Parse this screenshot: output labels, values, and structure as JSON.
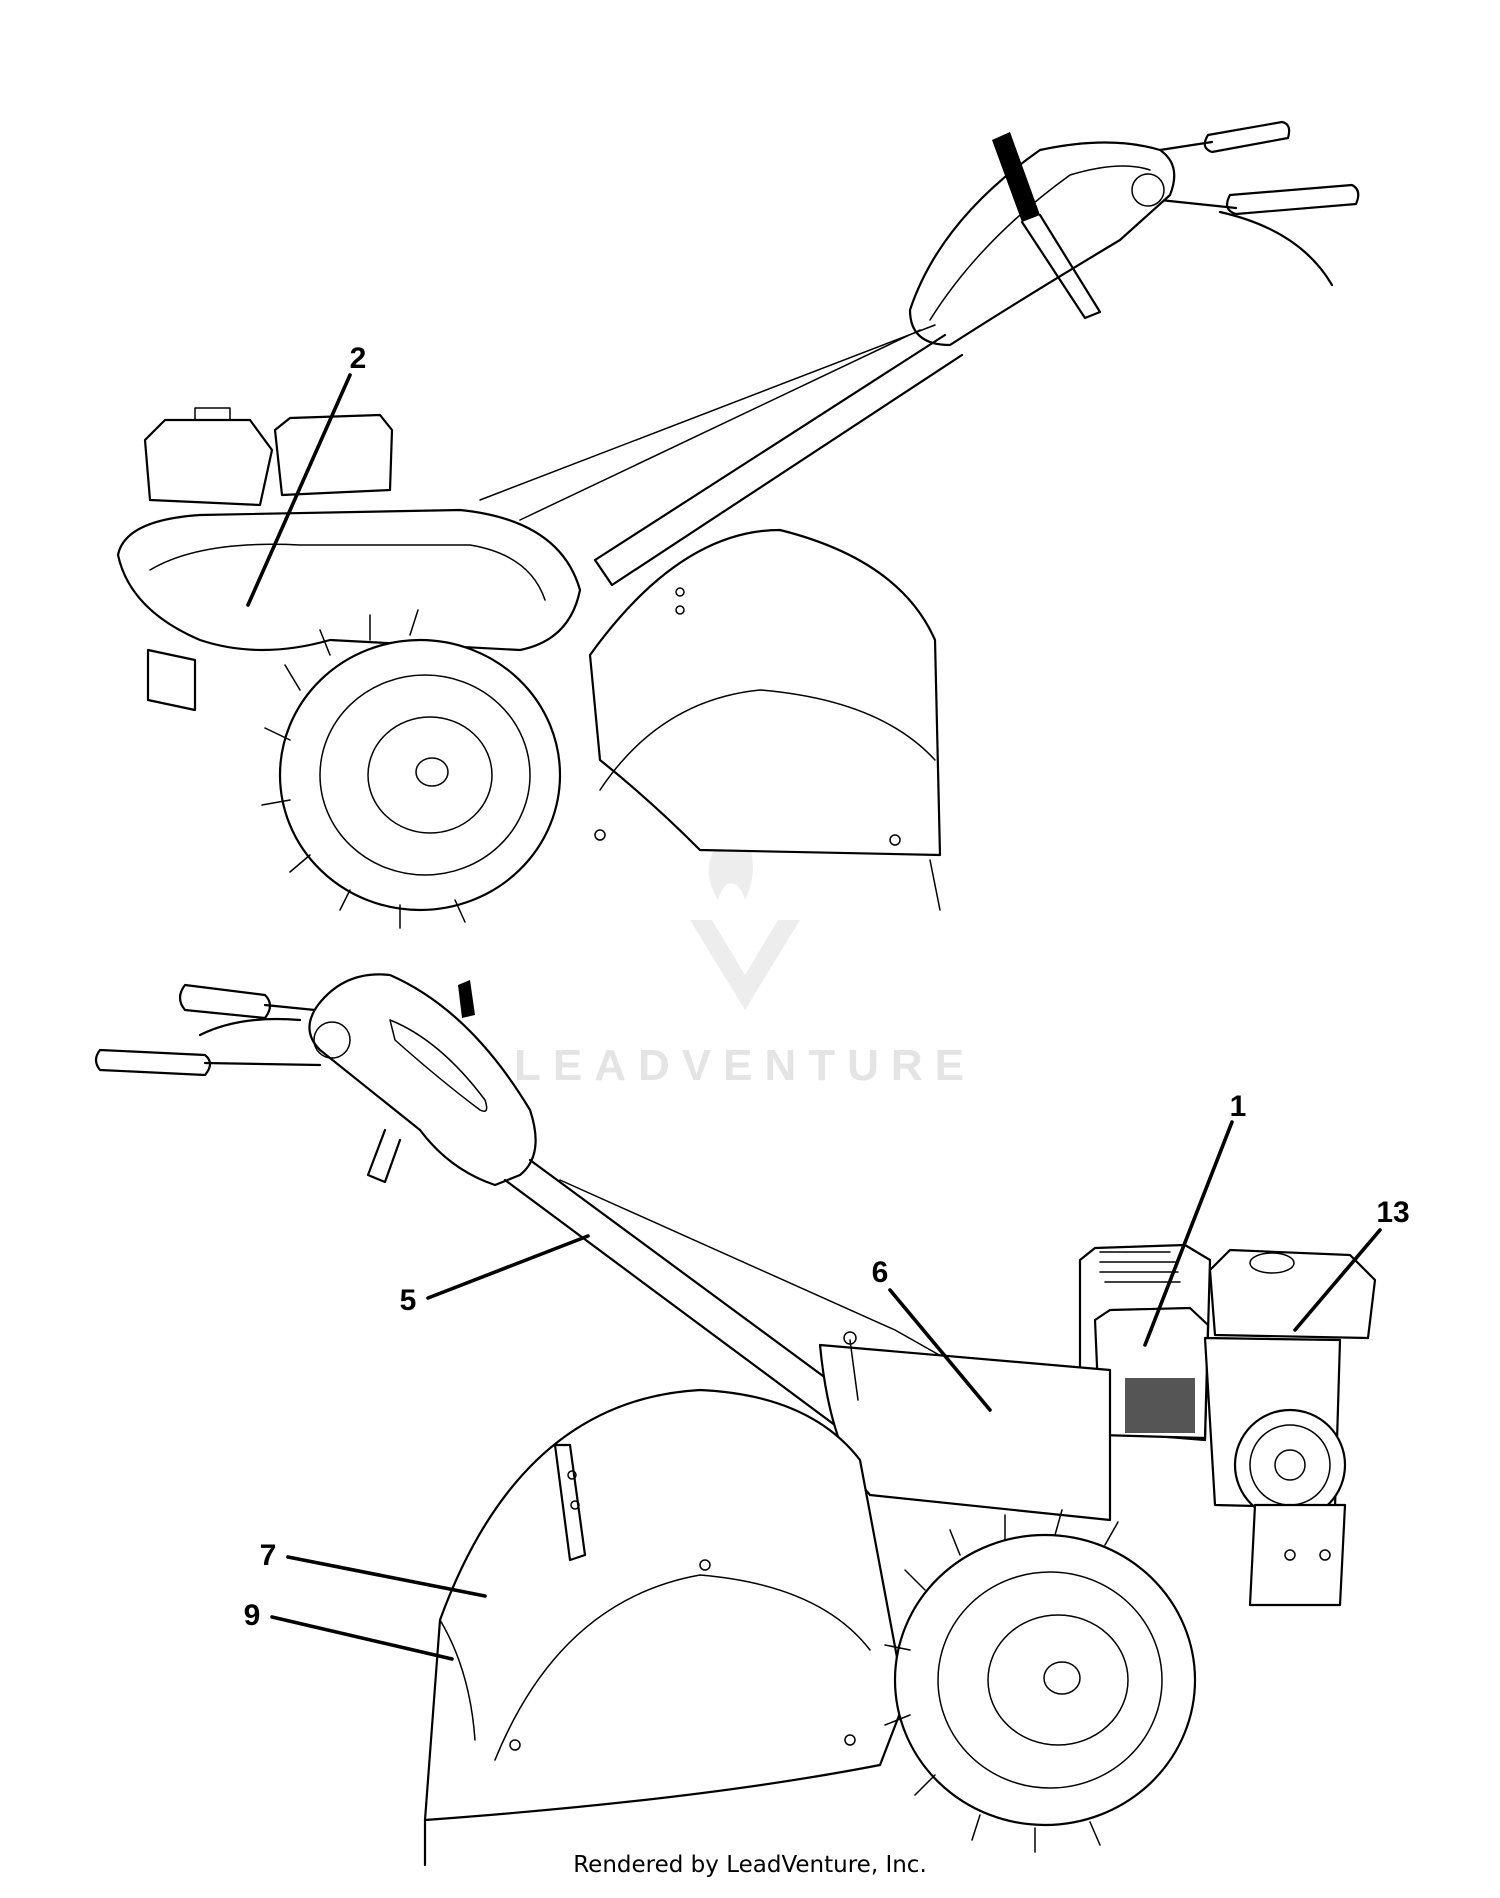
{
  "watermark": {
    "brand": "LEADVENTURE"
  },
  "footer": {
    "credit": "Rendered by LeadVenture, Inc."
  },
  "callouts": {
    "c1": "1",
    "c2": "2",
    "c5": "5",
    "c6": "6",
    "c7": "7",
    "c9": "9",
    "c13": "13"
  },
  "colors": {
    "ink": "#000000",
    "watermark": "#e4e4e4"
  }
}
